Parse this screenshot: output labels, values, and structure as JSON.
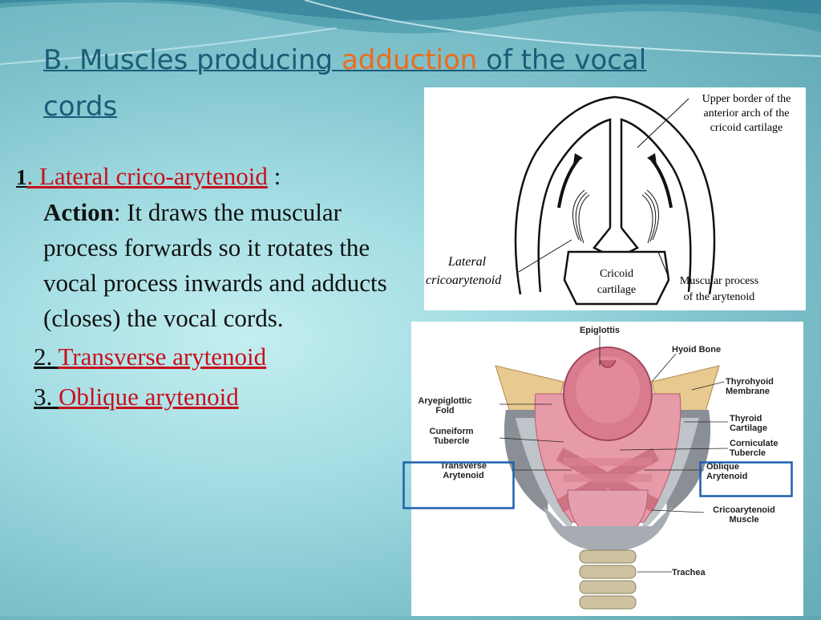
{
  "title": {
    "part1": "B. Muscles producing ",
    "accent": "adduction",
    "part2": " of the vocal cords"
  },
  "item1": {
    "number": "1",
    "name": ". Lateral crico-arytenoid",
    "colon": " :",
    "action_label": "Action",
    "action_text": ": It draws the muscular process forwards so it rotates the vocal process inwards and adducts (closes) the vocal cords."
  },
  "item2": {
    "number": "2. ",
    "name": "Transverse arytenoid"
  },
  "item3": {
    "number": "3. ",
    "name": "Oblique arytenoid"
  },
  "figure1": {
    "label_upper_border_1": "Upper border of the",
    "label_upper_border_2": "anterior arch of the",
    "label_upper_border_3": "cricoid cartilage",
    "label_lateral_1": "Lateral",
    "label_lateral_2": "cricoarytenoid",
    "label_cricoid_1": "Cricoid",
    "label_cricoid_2": "cartilage",
    "label_muscular_1": "Muscular process",
    "label_muscular_2": "of the arytenoid"
  },
  "figure2": {
    "epiglottis": "Epiglottis",
    "hyoid": "Hyoid Bone",
    "thyrohyoid_1": "Thyrohyoid",
    "thyrohyoid_2": "Membrane",
    "aryepiglottic_1": "Aryepiglottic",
    "aryepiglottic_2": "Fold",
    "thyroid_1": "Thyroid",
    "thyroid_2": "Cartilage",
    "cuneiform_1": "Cuneiform",
    "cuneiform_2": "Tubercle",
    "corniculate_1": "Corniculate",
    "corniculate_2": "Tubercle",
    "transverse_1": "Transverse",
    "transverse_2": "Arytenoid",
    "oblique_1": "Oblique",
    "oblique_2": "Arytenoid",
    "cricoarytenoid_1": "Cricoarytenoid",
    "cricoarytenoid_2": "Muscle",
    "trachea": "Trachea"
  },
  "colors": {
    "title": "#1a5d78",
    "accent": "#f06a1a",
    "red_label": "#c8101c",
    "highlight_box": "#1f5fb0"
  }
}
